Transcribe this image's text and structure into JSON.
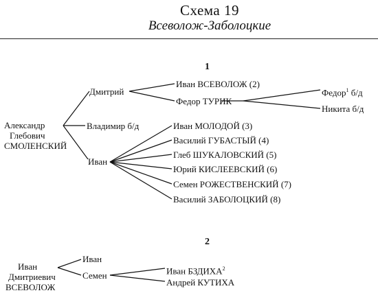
{
  "header": {
    "title": "Схема 19",
    "subtitle": "Всеволож-Заболоцкие"
  },
  "section1": {
    "number": "1",
    "root": [
      "Александр",
      "Глебович",
      "СМОЛЕНСКИЙ"
    ],
    "dmitry": "Дмитрий",
    "vladimir": "Владимир б/д",
    "ivan": "Иван",
    "ivan_vsevolozh": "Иван ВСЕВОЛОЖ (2)",
    "fedor_turik": "Федор ТУРИК",
    "fedor_child": "Федор",
    "fedor_child_note": "1",
    "fedor_child_suffix": "б/д",
    "nikita": "Никита б/д",
    "ivan_children": [
      "Иван МОЛОДОЙ (3)",
      "Василий ГУБАСТЫЙ (4)",
      "Глеб ШУКАЛОВСКИЙ (5)",
      "Юрий КИСЛЕЕВСКИЙ (6)",
      "Семен РОЖЕСТВЕНСКИЙ (7)",
      "Василий ЗАБОЛОЦКИЙ (8)"
    ]
  },
  "section2": {
    "number": "2",
    "root": [
      "Иван",
      "Дмитриевич",
      "ВСЕВОЛОЖ"
    ],
    "ivan": "Иван",
    "semen": "Семен",
    "ivan_bzdikha": "Иван БЗДИХА",
    "ivan_bzdikha_note": "2",
    "andrey": "Андрей КУТИХА"
  }
}
